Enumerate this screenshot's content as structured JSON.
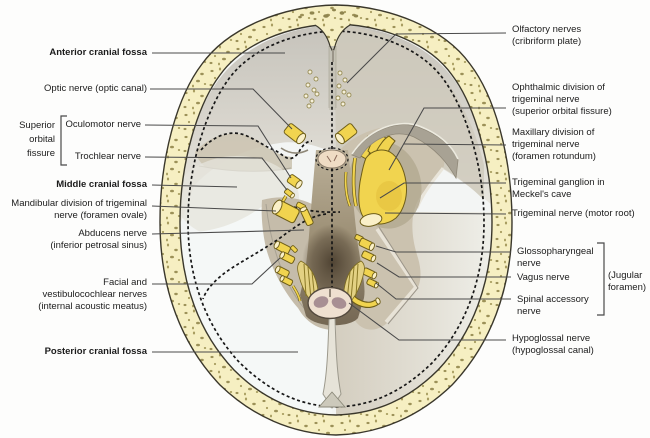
{
  "figure": {
    "title": "Cranial fossae and cranial nerves — superior view of skull base",
    "type": "anatomical line diagram"
  },
  "colors": {
    "bone": "#f6efc2",
    "bone_speckle": "#9c9158",
    "outline": "#3a372b",
    "nerve_yellow": "#f1d44f",
    "nerve_cut_face": "#faf0c8",
    "dura_tan": "#cbc2af",
    "clivus_dark": "#4c4030",
    "brainstem": "#efe0d0",
    "posterior_fossa": "#f3f5f4",
    "connector_line": "#4a4a4a"
  },
  "labels": {
    "left": [
      {
        "id": "anterior-cranial-fossa",
        "text": "Anterior cranial fossa",
        "bold": true
      },
      {
        "id": "optic-nerve",
        "text": "Optic nerve (optic canal)",
        "bold": false
      },
      {
        "id": "superior-orbital-fissure",
        "text": "Superior\norbital\nfissure",
        "bold": false
      },
      {
        "id": "oculomotor-nerve",
        "text": "Oculomotor nerve",
        "bold": false
      },
      {
        "id": "trochlear-nerve",
        "text": "Trochlear nerve",
        "bold": false
      },
      {
        "id": "middle-cranial-fossa",
        "text": "Middle cranial fossa",
        "bold": true
      },
      {
        "id": "mandibular-division",
        "text": "Mandibular division of trigeminal\nnerve (foramen ovale)",
        "bold": false
      },
      {
        "id": "abducens-nerve",
        "text": "Abducens nerve\n(inferior petrosal sinus)",
        "bold": false
      },
      {
        "id": "facial-vestibulocochlear",
        "text": "Facial and\nvestibulocochlear nerves\n(internal acoustic meatus)",
        "bold": false
      },
      {
        "id": "posterior-cranial-fossa",
        "text": "Posterior cranial fossa",
        "bold": true
      }
    ],
    "right": [
      {
        "id": "olfactory-nerves",
        "text": "Olfactory nerves\n(cribriform plate)",
        "bold": false
      },
      {
        "id": "ophthalmic-division",
        "text": "Ophthalmic division of\ntrigeminal nerve\n(superior orbital fissure)",
        "bold": false
      },
      {
        "id": "maxillary-division",
        "text": "Maxillary division of\ntrigeminal nerve\n(foramen rotundum)",
        "bold": false
      },
      {
        "id": "trigeminal-ganglion",
        "text": "Trigeminal ganglion in\nMeckel's cave",
        "bold": false
      },
      {
        "id": "trigeminal-motor-root",
        "text": "Trigeminal nerve (motor root)",
        "bold": false
      },
      {
        "id": "glossopharyngeal-nerve",
        "text": "Glossopharyngeal\nnerve",
        "bold": false
      },
      {
        "id": "vagus-nerve",
        "text": "Vagus nerve",
        "bold": false
      },
      {
        "id": "spinal-accessory-nerve",
        "text": "Spinal accessory\nnerve",
        "bold": false
      },
      {
        "id": "jugular-foramen",
        "text": "(Jugular\nforamen)",
        "bold": false
      },
      {
        "id": "hypoglossal-nerve",
        "text": "Hypoglossal nerve\n(hypoglossal canal)",
        "bold": false
      }
    ]
  }
}
